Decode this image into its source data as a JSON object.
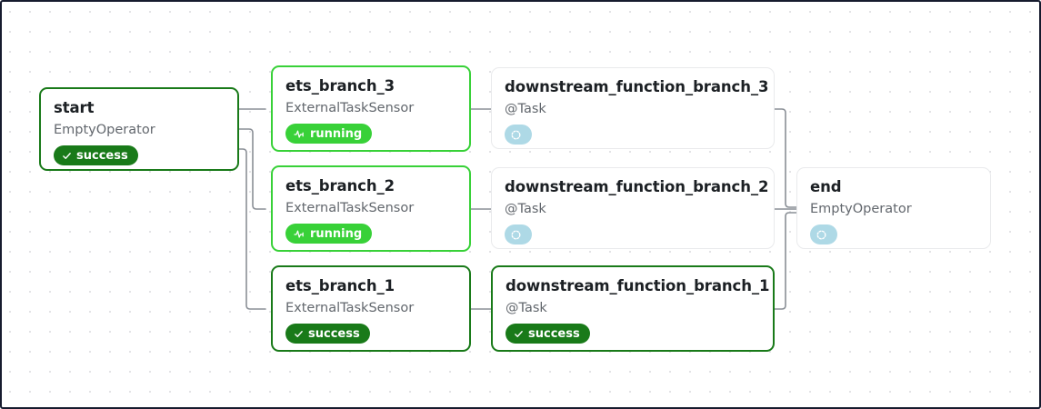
{
  "graph": {
    "background": "#ffffff",
    "border_color": "#161b2e",
    "dot_color": "#e3e3e6",
    "edge_color": "#8a8f96"
  },
  "colors": {
    "success": "#197a19",
    "running": "#38d138",
    "pending": "#aed9e6",
    "pending_border": "#e9eaec",
    "title_text": "#1c2024",
    "subtitle_text": "#62676d"
  },
  "nodes": [
    {
      "id": "start",
      "title": "start",
      "subtitle": "EmptyOperator",
      "state": "success",
      "badge_label": "success",
      "badge_icon": "check-icon"
    },
    {
      "id": "ets_branch_3",
      "title": "ets_branch_3",
      "subtitle": "ExternalTaskSensor",
      "state": "running",
      "badge_label": "running",
      "badge_icon": "pulse-icon"
    },
    {
      "id": "ets_branch_2",
      "title": "ets_branch_2",
      "subtitle": "ExternalTaskSensor",
      "state": "running",
      "badge_label": "running",
      "badge_icon": "pulse-icon"
    },
    {
      "id": "ets_branch_1",
      "title": "ets_branch_1",
      "subtitle": "ExternalTaskSensor",
      "state": "success",
      "badge_label": "success",
      "badge_icon": "check-icon"
    },
    {
      "id": "downstream_function_branch_3",
      "title": "downstream_function_branch_3",
      "subtitle": "@Task",
      "state": "pending",
      "badge_label": "",
      "badge_icon": "dashed-circle-icon"
    },
    {
      "id": "downstream_function_branch_2",
      "title": "downstream_function_branch_2",
      "subtitle": "@Task",
      "state": "pending",
      "badge_label": "",
      "badge_icon": "dashed-circle-icon"
    },
    {
      "id": "downstream_function_branch_1",
      "title": "downstream_function_branch_1",
      "subtitle": "@Task",
      "state": "success",
      "badge_label": "success",
      "badge_icon": "check-icon"
    },
    {
      "id": "end",
      "title": "end",
      "subtitle": "EmptyOperator",
      "state": "pending",
      "badge_label": "",
      "badge_icon": "dashed-circle-icon"
    }
  ],
  "edges": [
    {
      "from": "start",
      "to": "ets_branch_3"
    },
    {
      "from": "start",
      "to": "ets_branch_2"
    },
    {
      "from": "start",
      "to": "ets_branch_1"
    },
    {
      "from": "ets_branch_3",
      "to": "downstream_function_branch_3"
    },
    {
      "from": "ets_branch_2",
      "to": "downstream_function_branch_2"
    },
    {
      "from": "ets_branch_1",
      "to": "downstream_function_branch_1"
    },
    {
      "from": "downstream_function_branch_3",
      "to": "end"
    },
    {
      "from": "downstream_function_branch_2",
      "to": "end"
    },
    {
      "from": "downstream_function_branch_1",
      "to": "end"
    }
  ]
}
